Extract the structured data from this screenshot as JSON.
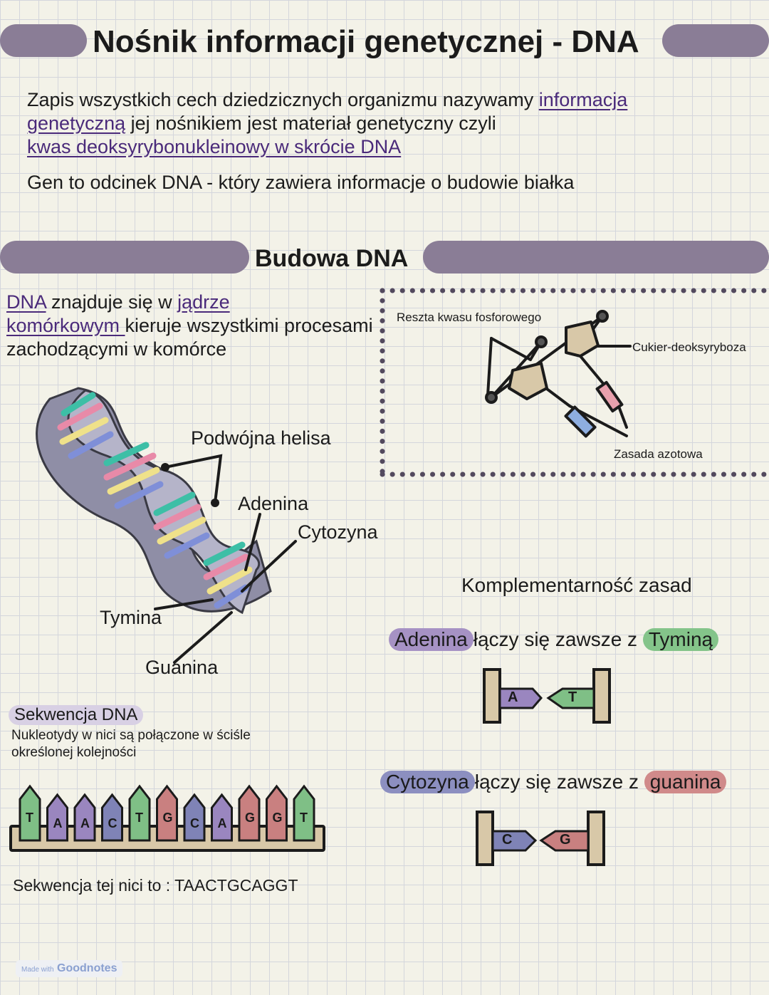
{
  "title": "Nośnik informacji genetycznej - DNA",
  "intro": {
    "text1": "Zapis wszystkich cech dziedzicznych organizmu nazywamy ",
    "link1a": "informacja",
    "link1b": "genetyczną",
    "text2": "  jej nośnikiem jest materiał genetyczny czyli",
    "link2": "kwas deoksyrybonukleinowy w skrócie DNA",
    "gene": "Gen to odcinek DNA - który zawiera informacje o budowie białka"
  },
  "section_title": "Budowa DNA",
  "location": {
    "link1": "DNA",
    "text1": " znajduje się w ",
    "link2": "jądrze",
    "link3": "komórkowym ",
    "text2": "kieruje wszystkimi procesami zachodzącymi w komórce"
  },
  "nucleotide_labels": {
    "phosphate": "Reszta kwasu fosforowego",
    "sugar": "Cukier-deoksyryboza",
    "base": "Zasada azotowa"
  },
  "helix_labels": {
    "double_helix": "Podwójna helisa",
    "adenine": "Adenina",
    "cytosine": "Cytozyna",
    "thymine": "Tymina",
    "guanine": "Guanina"
  },
  "sequence": {
    "title": "Sekwencja DNA",
    "description": "Nukleotydy w nici są połączone w ściśle określonej kolejności",
    "bases": [
      "T",
      "A",
      "A",
      "C",
      "T",
      "G",
      "C",
      "A",
      "G",
      "G",
      "T"
    ],
    "result": "Sekwencja tej nici to : TAACTGCAGGT"
  },
  "complementarity": {
    "title": "Komplementarność zasad",
    "pair1": {
      "left": "Adenina",
      "middle": "łączy się zawsze z",
      "right": "Tyminą",
      "a": "A",
      "b": "T"
    },
    "pair2": {
      "left": "Cytozyna",
      "middle": "łączy się zawsze z",
      "right": "guanina",
      "a": "C",
      "b": "G"
    }
  },
  "footer": {
    "made_with": "Made with",
    "brand": "Goodnotes"
  },
  "colors": {
    "bar": "#8a7d96",
    "A": "#9a86bf",
    "T": "#7fbf86",
    "C": "#7f83b6",
    "G": "#c98080",
    "pink": "#e88aa8",
    "yellow": "#efe18a",
    "teal": "#3dbfa6",
    "blue": "#7f8fd8"
  }
}
